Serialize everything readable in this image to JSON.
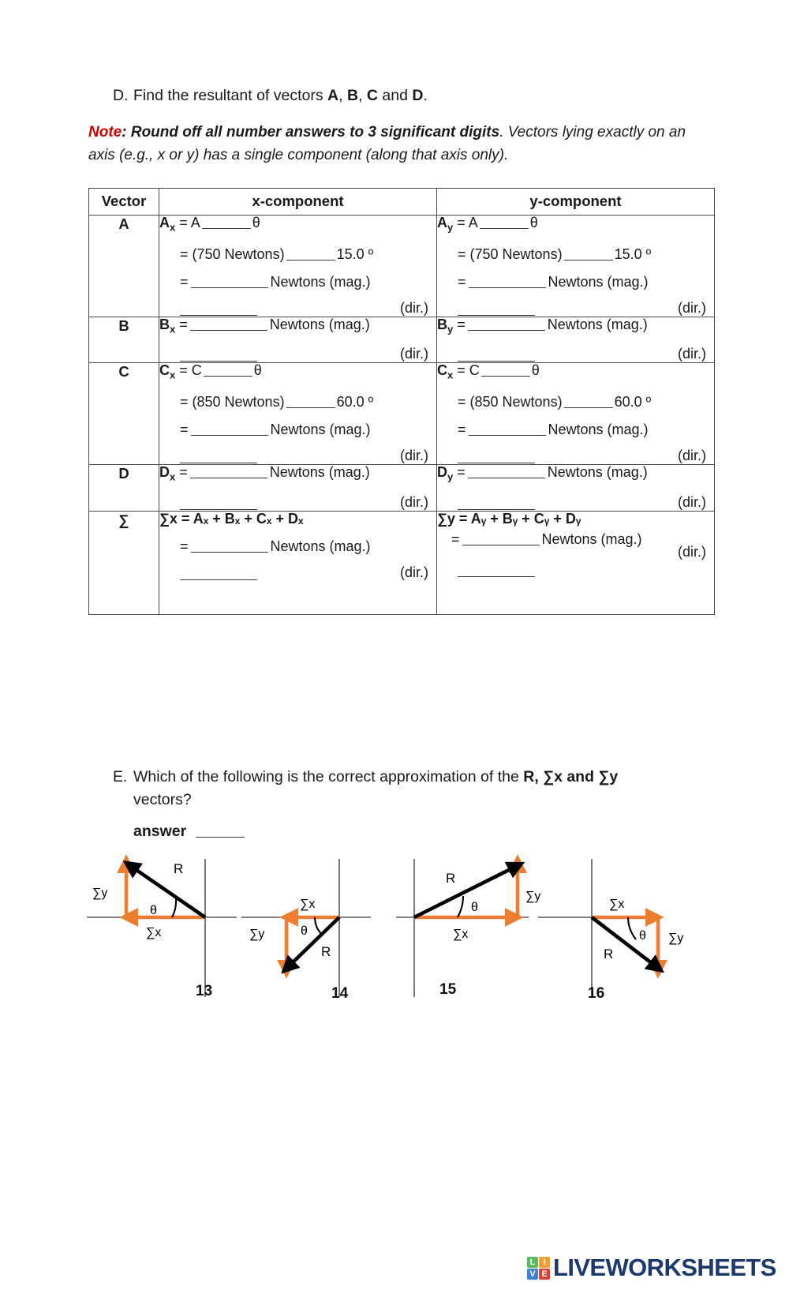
{
  "sections": {
    "d": {
      "letter": "D.",
      "text_before": "Find the resultant of vectors ",
      "v1": "A",
      "sep1": ", ",
      "v2": "B",
      "sep2": ", ",
      "v3": "C",
      "sep3": " and ",
      "v4": "D",
      "end": "."
    },
    "note": {
      "label": "Note",
      "colon": ": ",
      "bold_part": "Round off all number answers to 3 significant digits",
      "rest": ".  Vectors lying exactly on an axis (e.g., x or y) has a single component (along that axis only)."
    },
    "e": {
      "letter": "E.",
      "line1_a": "Which of the following is the correct approximation of the ",
      "line1_b": "R, ∑x and ∑y",
      "line2": "vectors?",
      "answer_label": "answer"
    }
  },
  "table": {
    "headers": {
      "vector": "Vector",
      "x": "x-component",
      "y": "y-component"
    },
    "rows": [
      {
        "vector": "A",
        "x": {
          "l1_sym": "A",
          "l1_sub": "x",
          "l1_eq": " = A",
          "l1_theta": "θ",
          "l2_eq": "= (750 Newtons)",
          "l2_angle": "15.0 º",
          "l3_eq": "=",
          "l3_unit": "Newtons (mag.)",
          "l4_dir": "(dir.)"
        },
        "y": {
          "l1_sym": "A",
          "l1_sub": "y",
          "l1_eq": " = A",
          "l1_theta": "θ",
          "l2_eq": "= (750 Newtons)",
          "l2_angle": "15.0 º",
          "l3_eq": "=",
          "l3_unit": "Newtons (mag.)",
          "l4_dir": "(dir.)"
        }
      },
      {
        "vector": "B",
        "x": {
          "l1_sym": "B",
          "l1_sub": "x",
          "l1_eq": " =",
          "l1_unit": "Newtons (mag.)",
          "l2_dir": "(dir.)"
        },
        "y": {
          "l1_sym": "B",
          "l1_sub": "y",
          "l1_eq": " =",
          "l1_unit": "Newtons (mag.)",
          "l2_dir": "(dir.)"
        }
      },
      {
        "vector": "C",
        "x": {
          "l1_sym": "C",
          "l1_sub": "x",
          "l1_eq": " = C",
          "l1_theta": "θ",
          "l2_eq": "= (850 Newtons)",
          "l2_angle": "60.0 º",
          "l3_eq": "=",
          "l3_unit": "Newtons (mag.)",
          "l4_dir": "(dir.)"
        },
        "y": {
          "l1_sym": "C",
          "l1_sub": "x",
          "l1_eq": " = C",
          "l1_theta": "θ",
          "l2_eq": "= (850 Newtons)",
          "l2_angle": "60.0 º",
          "l3_eq": "=",
          "l3_unit": "Newtons (mag.)",
          "l4_dir": "(dir.)"
        }
      },
      {
        "vector": "D",
        "x": {
          "l1_sym": "D",
          "l1_sub": "x",
          "l1_eq": " =",
          "l1_unit": "Newtons (mag.)",
          "l2_dir": "(dir.)"
        },
        "y": {
          "l1_sym": "D",
          "l1_sub": "y",
          "l1_eq": " =",
          "l1_unit": "Newtons (mag.)",
          "l2_dir": "(dir.)"
        }
      },
      {
        "vector": "∑",
        "x": {
          "formula": "∑x = Aₓ + Bₓ + Cₓ + Dₓ",
          "l2_eq": "=",
          "l2_unit": "Newtons (mag.)",
          "l3_dir": "(dir.)"
        },
        "y": {
          "formula": "∑y = Aᵧ + Bᵧ + Cᵧ + Dᵧ",
          "l2_eq": "=",
          "l2_unit": "Newtons (mag.)",
          "l3_dir": "(dir.)"
        }
      }
    ]
  },
  "diagrams": {
    "colors": {
      "vector_orange": "#ED7D31",
      "vector_black": "#000000",
      "axis_gray": "#595959"
    },
    "items": [
      {
        "number": "13",
        "sum_x_dir": "left",
        "sum_y_dir": "up",
        "r_dir": "up-left",
        "labels": {
          "r": "R",
          "theta": "θ",
          "sum_x": "∑x",
          "sum_y": "∑y"
        }
      },
      {
        "number": "14",
        "sum_x_dir": "left",
        "sum_y_dir": "down",
        "r_dir": "down-left",
        "labels": {
          "r": "R",
          "theta": "θ",
          "sum_x": "∑x",
          "sum_y": "∑y"
        }
      },
      {
        "number": "15",
        "sum_x_dir": "right",
        "sum_y_dir": "up",
        "r_dir": "up-right",
        "labels": {
          "r": "R",
          "theta": "θ",
          "sum_x": "∑x",
          "sum_y": "∑y"
        }
      },
      {
        "number": "16",
        "sum_x_dir": "right",
        "sum_y_dir": "down",
        "r_dir": "down-right",
        "labels": {
          "r": "R",
          "theta": "θ",
          "sum_x": "∑x",
          "sum_y": "∑y"
        }
      }
    ]
  },
  "footer": {
    "logo": {
      "cells": [
        {
          "letter": "L",
          "color": "#5CB85C"
        },
        {
          "letter": "I",
          "color": "#F0A030"
        },
        {
          "letter": "V",
          "color": "#3D7FD0"
        },
        {
          "letter": "E",
          "color": "#D9403A"
        }
      ],
      "wordmark": "LIVEWORKSHEETS",
      "wordmark_color": "#1b3a6b"
    }
  }
}
